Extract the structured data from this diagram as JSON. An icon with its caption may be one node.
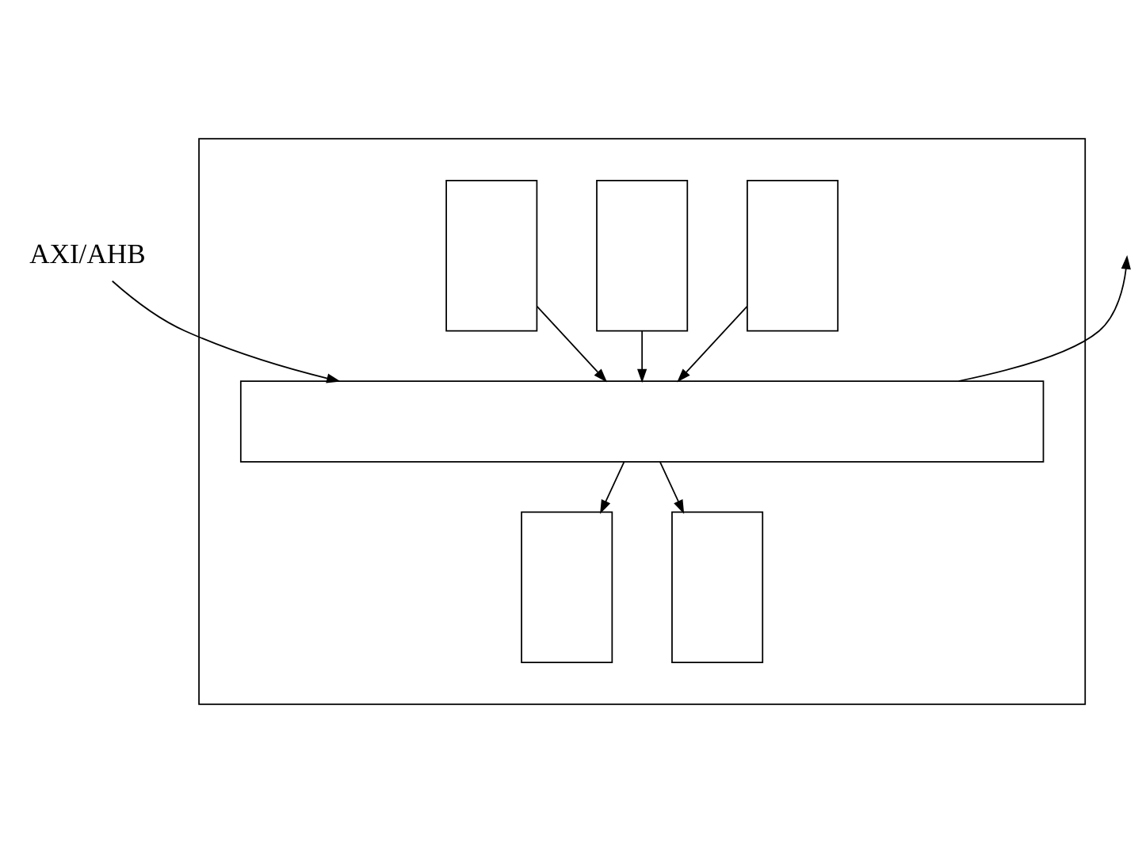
{
  "diagram": {
    "nodes": [
      {
        "text": [
          "AXI/AHB"
        ]
      },
      {
        "text": [],
        "shape": "box"
      },
      {
        "text": [],
        "shape": "box",
        "in": 1
      },
      {
        "text": [],
        "shape": "box",
        "in": 1
      },
      {
        "text": [],
        "shape": "box",
        "in": 1
      },
      {
        "text": [],
        "shape": "bar",
        "in": 1
      },
      {
        "text": [],
        "shape": "box",
        "in": 1
      },
      {
        "text": [],
        "shape": "box",
        "in": 1
      }
    ],
    "edges": [
      {
        "from": 0,
        "to": 5,
        "arrow": "to"
      },
      {
        "from": 5,
        "to": null,
        "arrow": "to"
      },
      {
        "from": 2,
        "to": 5,
        "arrow": "to"
      },
      {
        "from": 3,
        "to": 5,
        "arrow": "to"
      },
      {
        "from": 4,
        "to": 5,
        "arrow": "to"
      },
      {
        "from": 5,
        "to": 6,
        "arrow": "to"
      },
      {
        "from": 5,
        "to": 7,
        "arrow": "to"
      }
    ]
  }
}
